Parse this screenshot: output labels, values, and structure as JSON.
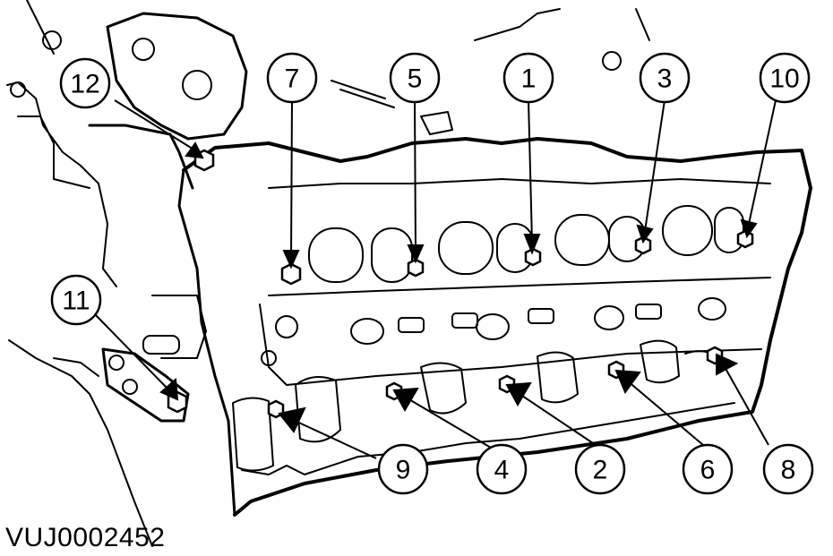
{
  "figure": {
    "reference_code": "VUJ0002452"
  },
  "callouts": [
    {
      "id": "bolt-1",
      "label": "1"
    },
    {
      "id": "bolt-2",
      "label": "2"
    },
    {
      "id": "bolt-3",
      "label": "3"
    },
    {
      "id": "bolt-4",
      "label": "4"
    },
    {
      "id": "bolt-5",
      "label": "5"
    },
    {
      "id": "bolt-6",
      "label": "6"
    },
    {
      "id": "bolt-7",
      "label": "7"
    },
    {
      "id": "bolt-8",
      "label": "8"
    },
    {
      "id": "bolt-9",
      "label": "9"
    },
    {
      "id": "bolt-10",
      "label": "10"
    },
    {
      "id": "bolt-11",
      "label": "11"
    },
    {
      "id": "bolt-12",
      "label": "12"
    }
  ],
  "colors": {
    "line": "#000000",
    "background": "#ffffff"
  }
}
